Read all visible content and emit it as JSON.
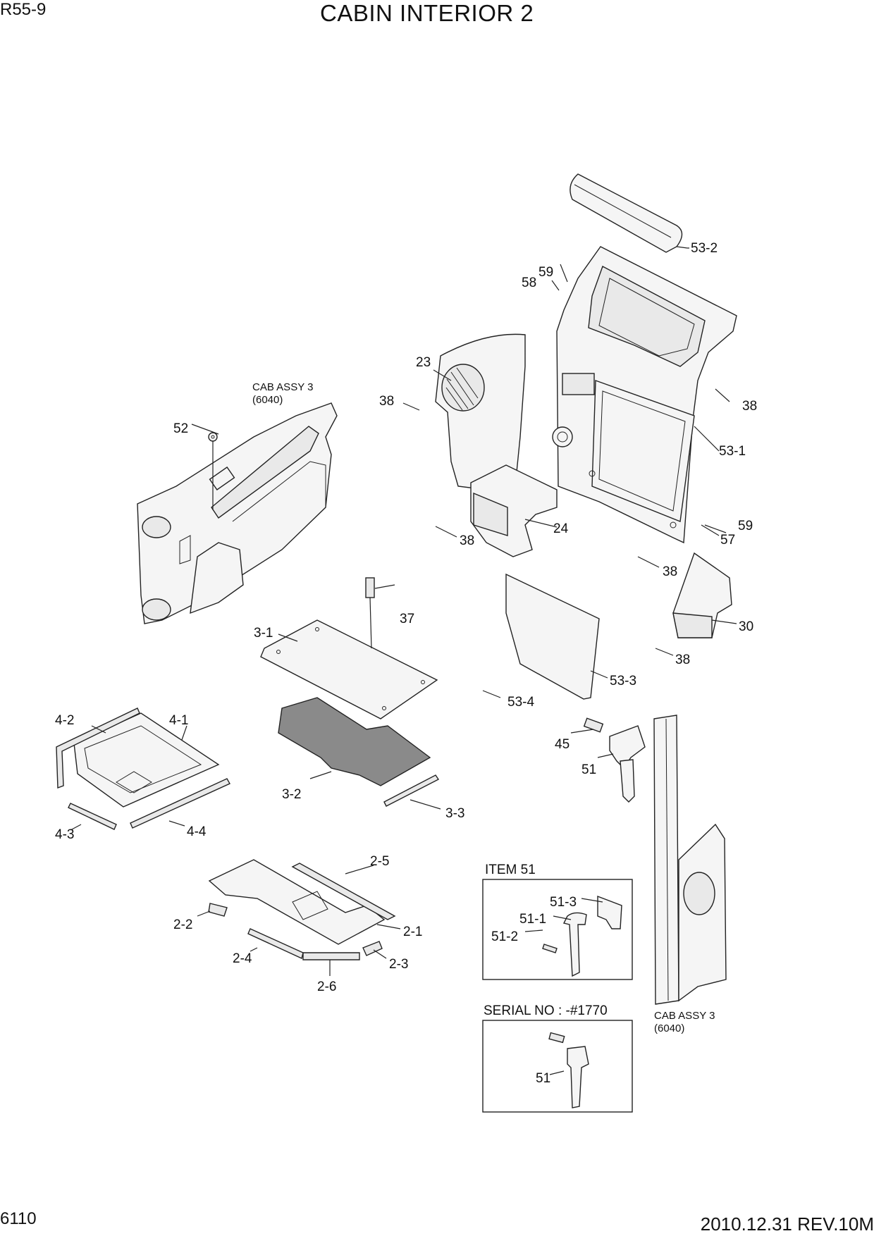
{
  "header": {
    "model": "R55-9",
    "title": "CABIN INTERIOR 2"
  },
  "footer": {
    "page": "6110",
    "revision": "2010.12.31  REV.10M"
  },
  "notes": {
    "cab_assy_top": "CAB ASSY 3",
    "cab_assy_top_ref": "(6040)",
    "cab_assy_bottom": "CAB ASSY 3",
    "cab_assy_bottom_ref": "(6040)"
  },
  "boxes": {
    "item51_title": "ITEM 51",
    "serial_title": "SERIAL NO : -#1770"
  },
  "callouts": {
    "c53_2": "53-2",
    "c59a": "59",
    "c58": "58",
    "c23": "23",
    "c38a": "38",
    "c38b": "38",
    "c53_1": "53-1",
    "c52": "52",
    "c24": "24",
    "c38c": "38",
    "c59b": "59",
    "c57": "57",
    "c38d": "38",
    "c37": "37",
    "c30": "30",
    "c3_1": "3-1",
    "c38e": "38",
    "c53_3": "53-3",
    "c53_4": "53-4",
    "c4_2": "4-2",
    "c4_1": "4-1",
    "c45": "45",
    "c51": "51",
    "c3_2": "3-2",
    "c3_3": "3-3",
    "c4_3": "4-3",
    "c4_4": "4-4",
    "c2_5": "2-5",
    "c51_3": "51-3",
    "c51_1": "51-1",
    "c51_2": "51-2",
    "c2_2": "2-2",
    "c2_1": "2-1",
    "c2_4": "2-4",
    "c2_3": "2-3",
    "c2_6": "2-6",
    "c51_box": "51"
  }
}
